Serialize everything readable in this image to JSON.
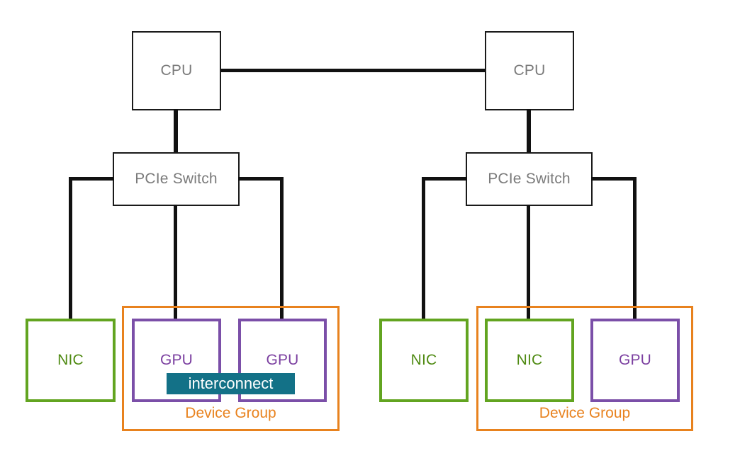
{
  "diagram": {
    "title": "Multi-socket server topology with PCIe switches, NICs, GPUs and device groups",
    "colors": {
      "wire": "#111111",
      "plain_border": "#1a1a1a",
      "plain_text": "#7a7a7a",
      "green_border": "#62a420",
      "green_text": "#4f8a12",
      "purple_border": "#7b4fa8",
      "purple_text": "#7b3fa0",
      "orange": "#e8821e",
      "interconnect_bg": "#137187",
      "interconnect_text": "#ffffff",
      "background": "#ffffff"
    },
    "left_branch": {
      "cpu_label": "CPU",
      "switch_label": "PCIe Switch",
      "nic_label": "NIC",
      "gpu_a_label": "GPU",
      "gpu_b_label": "GPU",
      "interconnect_label": "interconnect",
      "group_label": "Device Group"
    },
    "right_branch": {
      "cpu_label": "CPU",
      "switch_label": "PCIe Switch",
      "nic_outer_label": "NIC",
      "nic_inner_label": "NIC",
      "gpu_label": "GPU",
      "group_label": "Device Group"
    }
  }
}
